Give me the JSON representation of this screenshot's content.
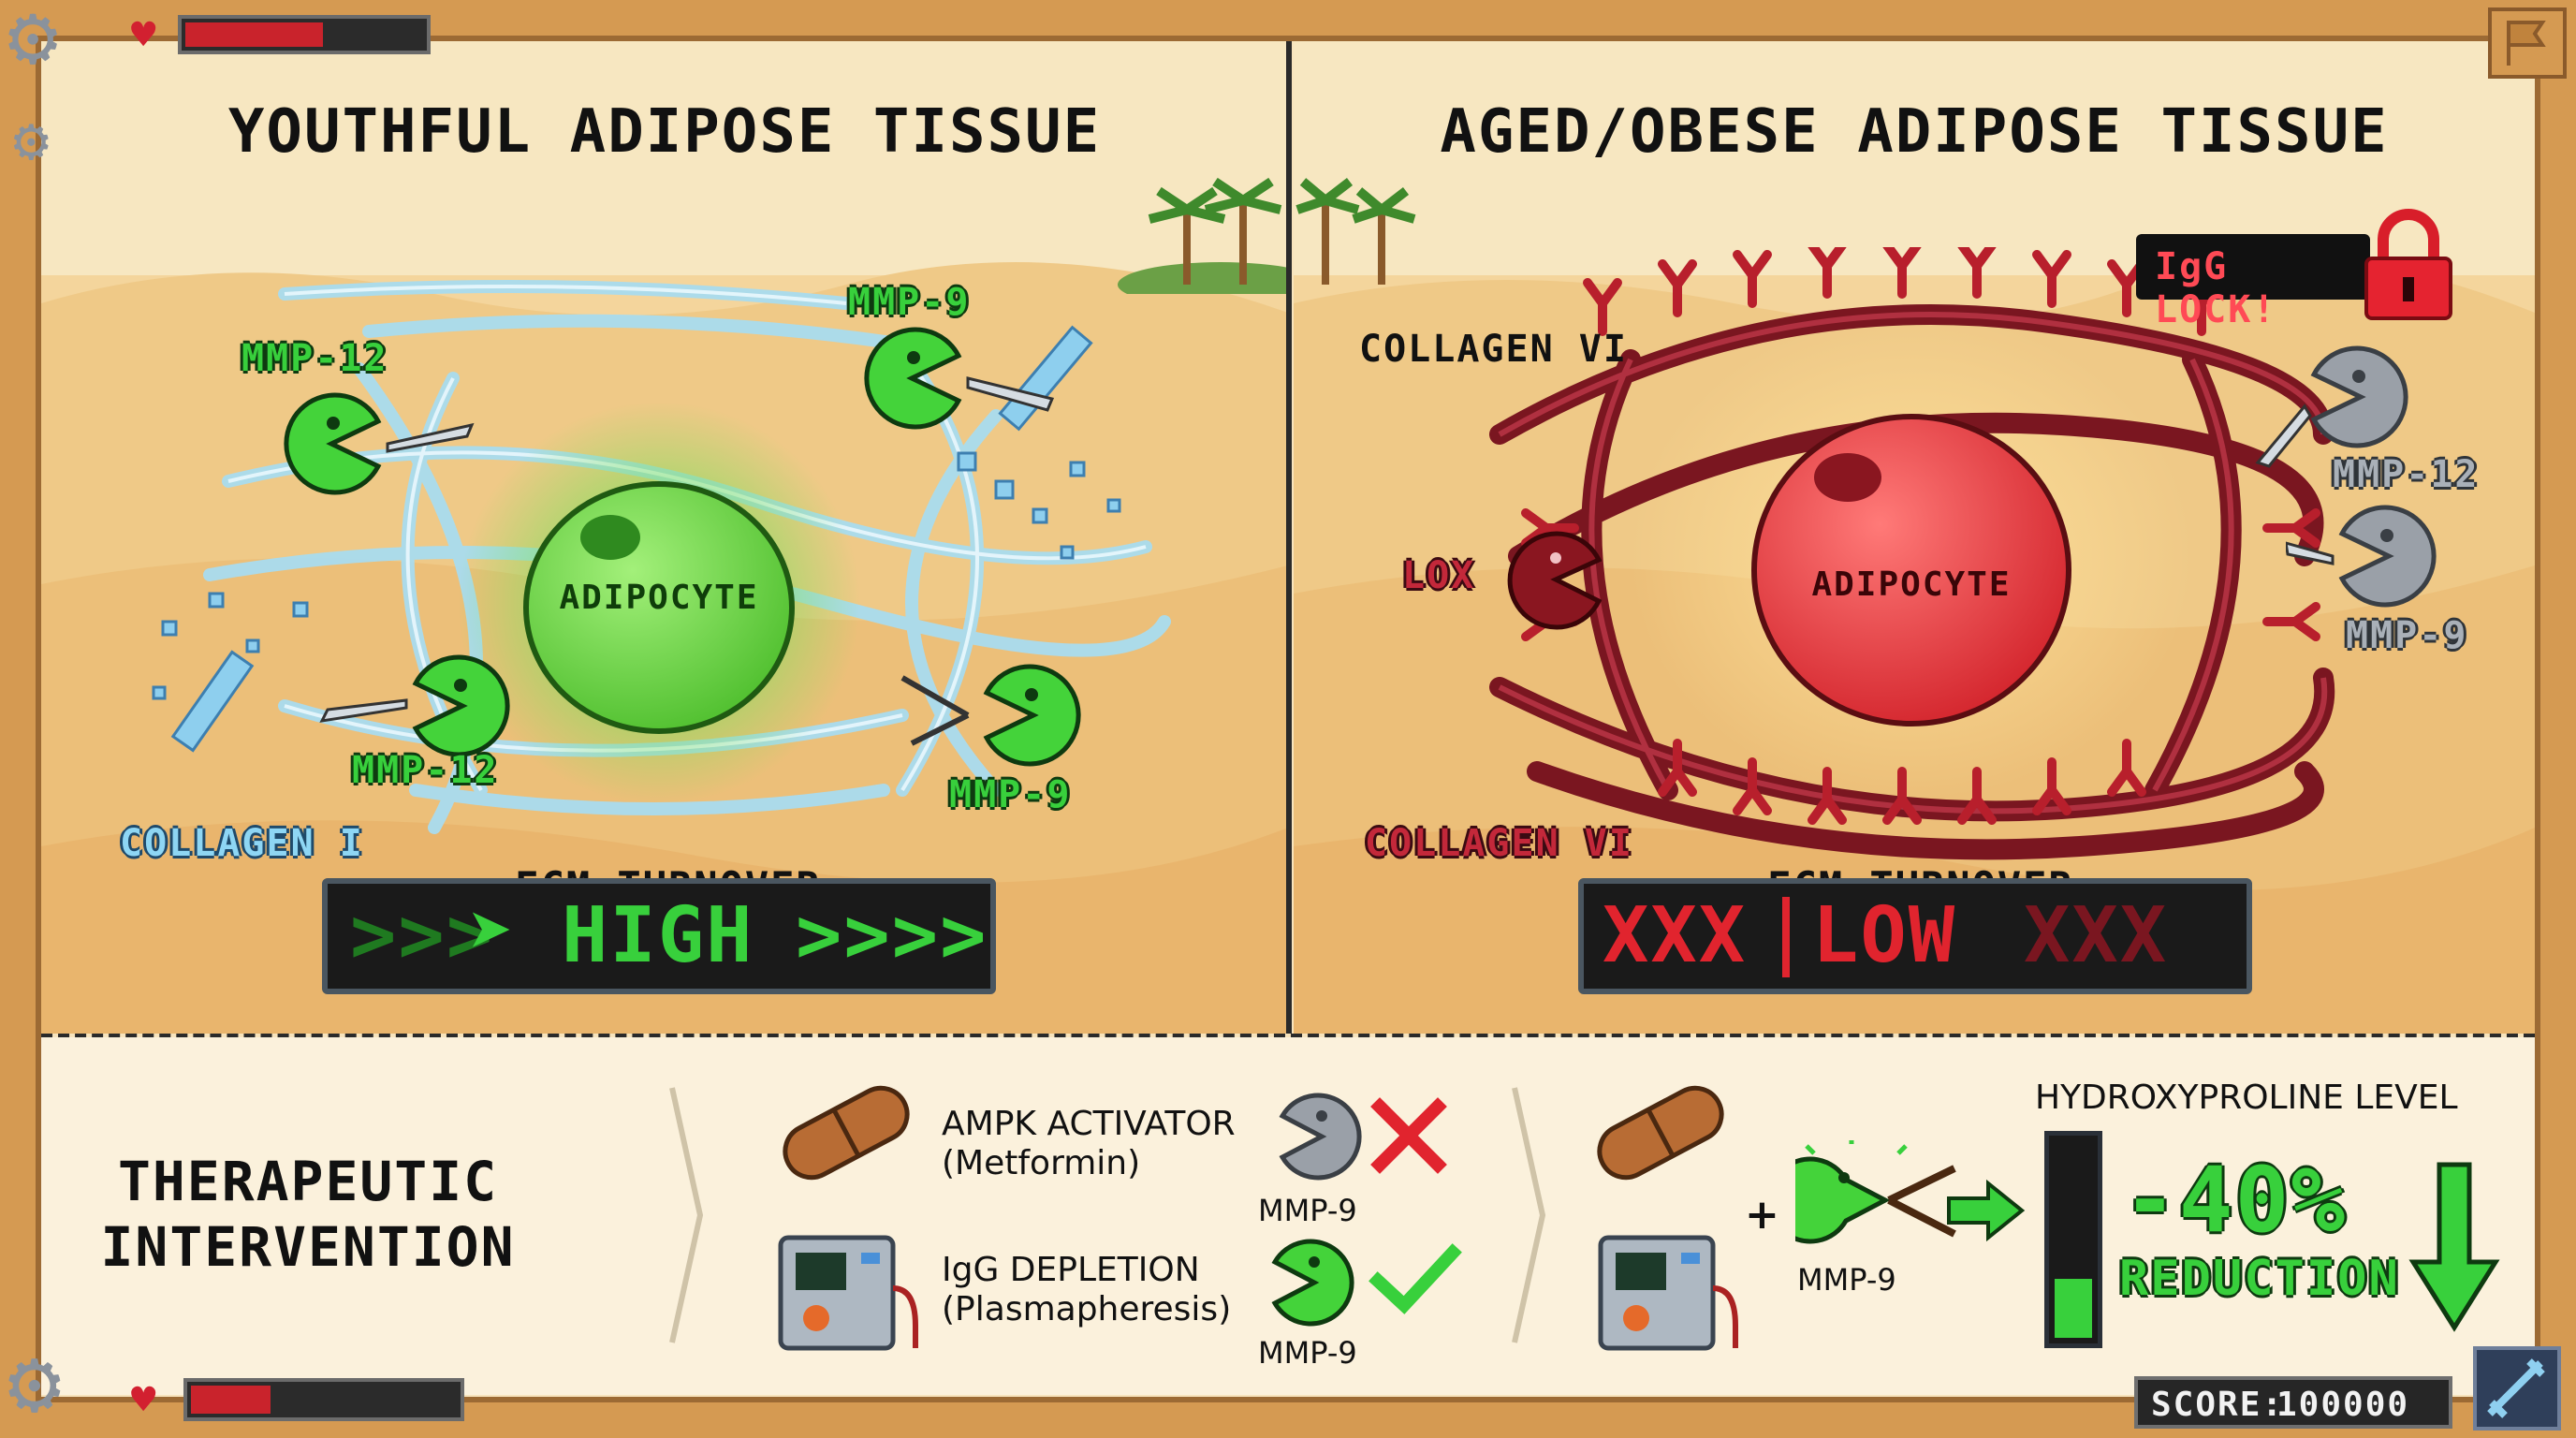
{
  "hud": {
    "top_health": 0.58,
    "bottom_health": 0.3,
    "score_label": "SCORE:",
    "score_value": "100000"
  },
  "left_panel": {
    "title": "YOUTHFUL ADIPOSE TISSUE",
    "cell_label": "ADIPOCYTE",
    "labels": {
      "mmp12_top": "MMP-12",
      "mmp9_top": "MMP-9",
      "mmp12_bottom": "MMP-12",
      "mmp9_bottom": "MMP-9",
      "collagen": "COLLAGEN I"
    },
    "ecm_label": "ECM TURNOVER",
    "ecm_value": "HIGH"
  },
  "right_panel": {
    "title": "AGED/OBESE ADIPOSE TISSUE",
    "cell_label": "ADIPOCYTE",
    "labels": {
      "collagen_top": "COLLAGEN VI",
      "igg_lock": "IgG LOCK!",
      "mmp12": "MMP-12",
      "mmp9": "MMP-9",
      "lox": "LOX",
      "collagen_bottom": "COLLAGEN VI"
    },
    "ecm_label": "ECM TURNOVER",
    "ecm_value": "LOW"
  },
  "bottom": {
    "heading_line1": "THERAPEUTIC",
    "heading_line2": "INTERVENTION",
    "ampk_line1": "AMPK ACTIVATOR",
    "ampk_line2": "(Metformin)",
    "igg_line1": "IgG DEPLETION",
    "igg_line2": "(Plasmapheresis)",
    "mmp9_a": "MMP-9",
    "mmp9_b": "MMP-9",
    "mmp9_c": "MMP-9",
    "plus": "+",
    "hydroxyproline_label": "HYDROXYPROLINE LEVEL",
    "reduction_value": "-40%",
    "reduction_label": "REDUCTION",
    "hydroxyproline_level": 0.3
  },
  "colors": {
    "green": "#38d03c",
    "red": "#e1242e",
    "blue": "#8ed6f4",
    "dark_red": "#7a1620"
  }
}
